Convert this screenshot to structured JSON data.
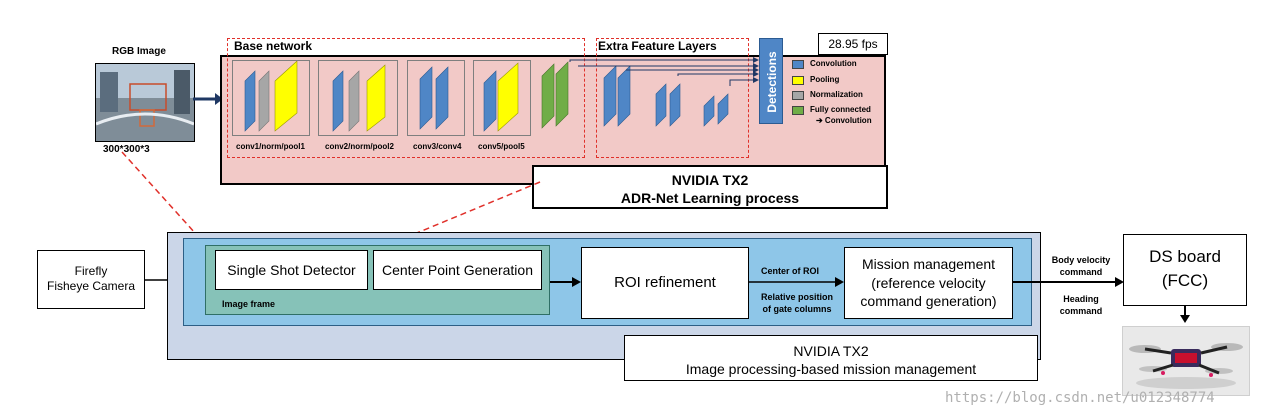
{
  "ssd": {
    "input_title": "RGB Image",
    "input_size": "300*300*3",
    "base_network_label": "Base network",
    "extra_layers_label": "Extra Feature Layers",
    "fps": "28.95 fps",
    "detections_label": "Detections",
    "layer_groups": [
      "conv1/norm/pool1",
      "conv2/norm/pool2",
      "conv3/conv4",
      "conv5/pool5"
    ],
    "legend": {
      "convolution": "Convolution",
      "pooling": "Pooling",
      "normalization": "Normalization",
      "fully_connected": "Fully connected",
      "to_convolution": "➔ Convolution"
    },
    "tx2_title": "NVIDIA TX2",
    "tx2_subtitle": "ADR-Net Learning process"
  },
  "system": {
    "camera_line1": "Firefly",
    "camera_line2": "Fisheye Camera",
    "ssd_box": "Single Shot Detector",
    "center_box": "Center Point Generation",
    "image_frame_label": "Image frame",
    "roi_box": "ROI refinement",
    "center_roi_label": "Center of ROI",
    "relative_position_line1": "Relative position",
    "relative_position_line2": "of gate columns",
    "mission_line1": "Mission management",
    "mission_line2": "(reference velocity",
    "mission_line3": "command generation)",
    "body_velocity_line1": "Body velocity",
    "body_velocity_line2": "command",
    "heading_line1": "Heading",
    "heading_line2": "command",
    "ds_board_line1": "DS board",
    "ds_board_line2": "(FCC)",
    "tx2_title": "NVIDIA TX2",
    "tx2_subtitle": "Image processing-based mission management"
  },
  "watermark": "https://blog.csdn.net/u012348774",
  "colors": {
    "convolution": "#4f86c6",
    "pooling": "#ffff00",
    "normalization": "#a6a6a6",
    "fully_connected": "#70ad47",
    "panel_pink": "#f2c9c7",
    "dashed_red": "#e0302a"
  }
}
